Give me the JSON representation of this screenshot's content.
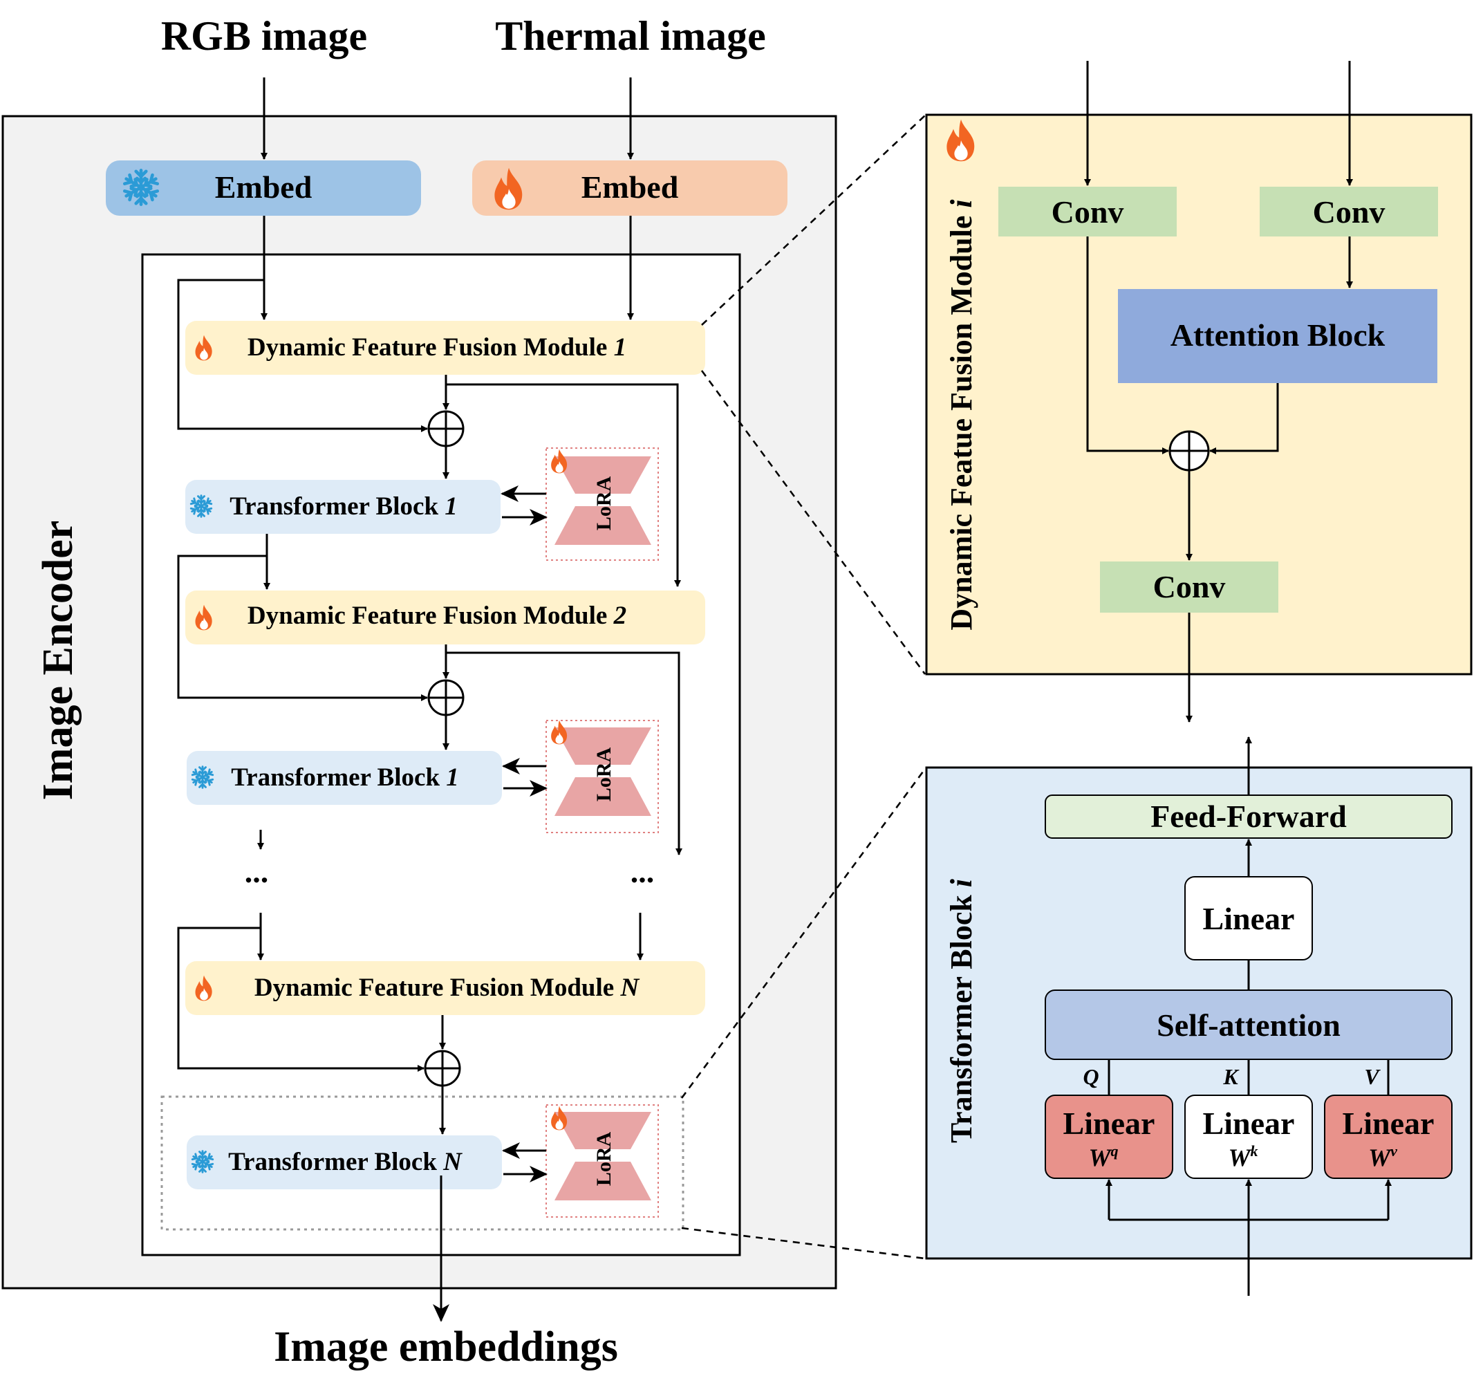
{
  "inputs": {
    "rgb": "RGB image",
    "thermal": "Thermal image"
  },
  "encoder": {
    "title": "Image Encoder",
    "embed_label": "Embed",
    "dffm_label": "Dynamic Feature Fusion Module",
    "transformer_label": "Transformer Block",
    "lora_label": "LoRA",
    "ellipsis": "...",
    "stages": [
      {
        "dffm_index": "1",
        "tb_index": "1"
      },
      {
        "dffm_index": "2",
        "tb_index": "1"
      },
      {
        "dffm_index": "N",
        "tb_index": "N"
      }
    ]
  },
  "output": "Image embeddings",
  "dffm_detail": {
    "title": "Dynamic Featue Fusion Module",
    "index": "i",
    "conv_label": "Conv",
    "attention_label": "Attention Block"
  },
  "tb_detail": {
    "title": "Transformer Block",
    "index": "i",
    "feed_forward": "Feed-Forward",
    "linear": "Linear",
    "self_attention": "Self-attention",
    "q": "Q",
    "k": "K",
    "v": "V",
    "w": "W",
    "wq": "q",
    "wk": "k",
    "wv": "v"
  },
  "colors": {
    "encoder_bg": "#f2f2f2",
    "embed_rgb": "#9dc3e6",
    "embed_thermal": "#f8cbad",
    "dffm": "#fff2cc",
    "transformer": "#deebf7",
    "lora": "#e8a5a5",
    "conv": "#c6e0b4",
    "attention": "#8faadc",
    "feed_forward": "#e2f0d9",
    "self_attention": "#b4c7e7",
    "linear_red": "#e8928b",
    "fire": "#f26522",
    "snow": "#2b9bd6"
  },
  "icons": [
    "fire-icon",
    "snowflake-icon"
  ]
}
